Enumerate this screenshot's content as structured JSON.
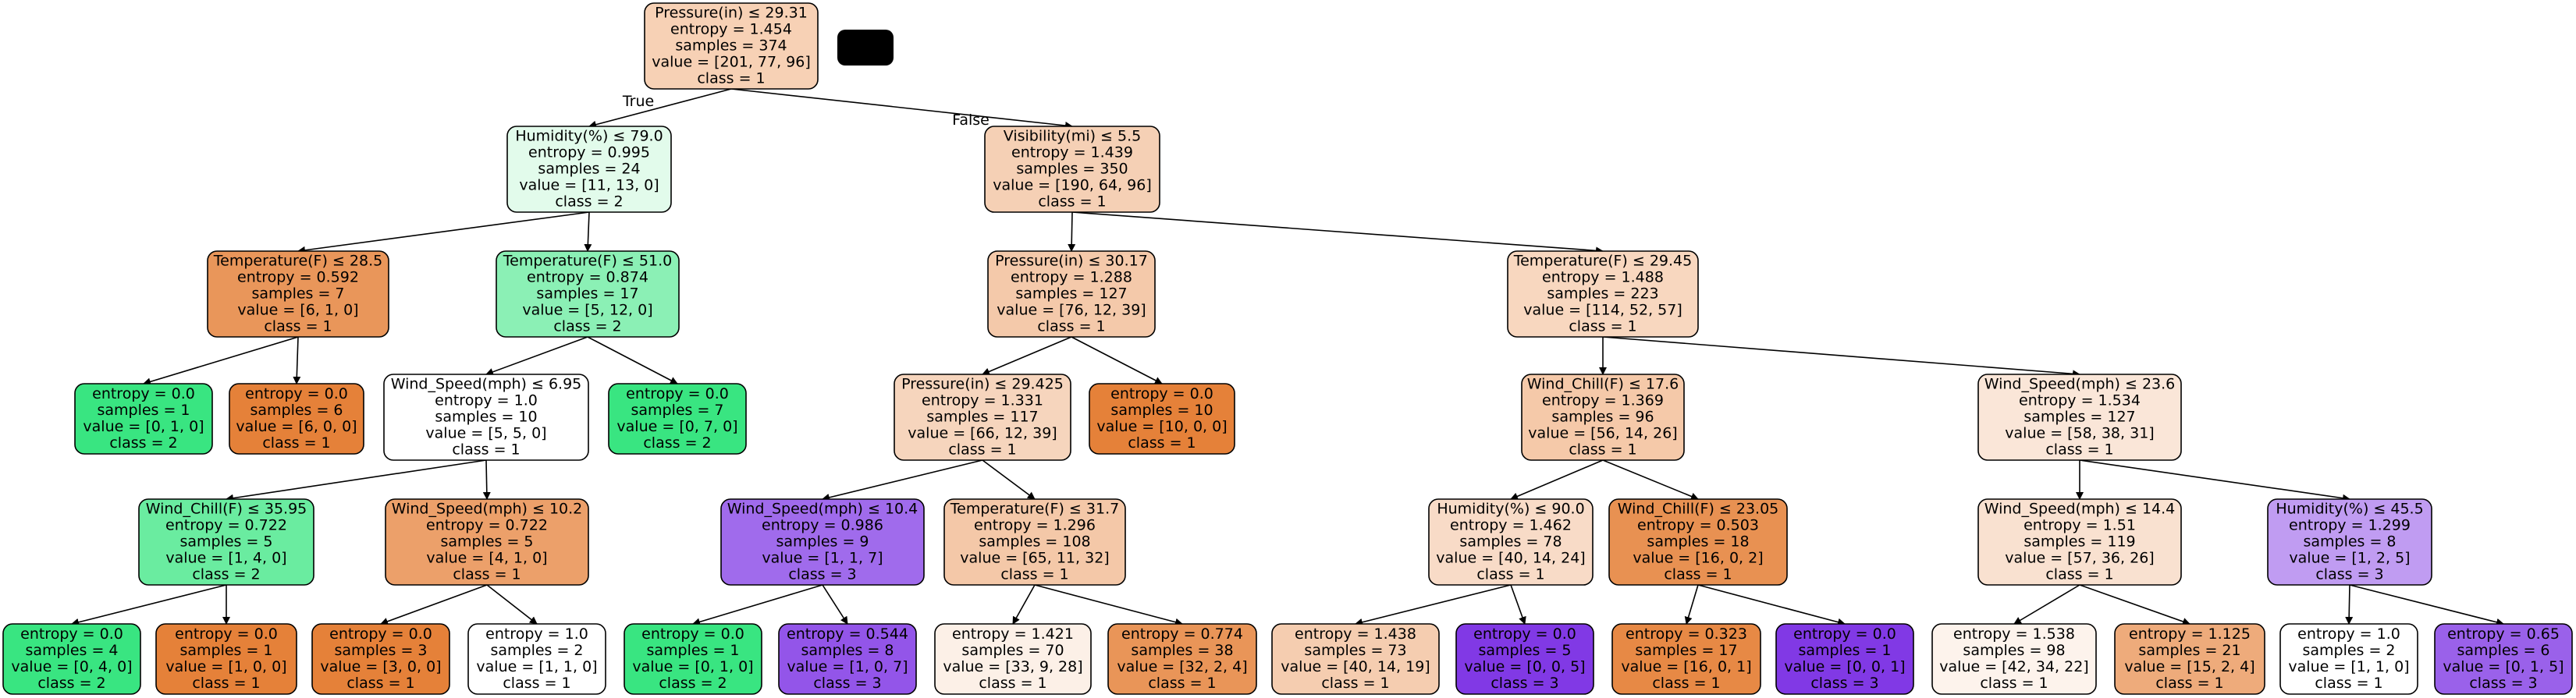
{
  "tree": {
    "nodes": [
      {
        "id": 0,
        "lines": [
          "Pressure(in) ≤ 29.31",
          "entropy = 1.454",
          "samples = 374",
          "value = [201, 77, 96]",
          "class = 1"
        ],
        "fill": "#f7d1b5"
      },
      {
        "id": 1,
        "lines": [
          "Humidity(%) ≤ 79.0",
          "entropy = 0.995",
          "samples = 24",
          "value = [11, 13, 0]",
          "class = 2"
        ],
        "fill": "#e2fbeb"
      },
      {
        "id": 2,
        "lines": [
          "Temperature(F) ≤ 28.5",
          "entropy = 0.592",
          "samples = 7",
          "value = [6, 1, 0]",
          "class = 1"
        ],
        "fill": "#e9965a"
      },
      {
        "id": 3,
        "lines": [
          "entropy = 0.0",
          "samples = 1",
          "value = [0, 1, 0]",
          "class = 2"
        ],
        "fill": "#39e581"
      },
      {
        "id": 4,
        "lines": [
          "entropy = 0.0",
          "samples = 6",
          "value = [6, 0, 0]",
          "class = 1"
        ],
        "fill": "#e58139"
      },
      {
        "id": 5,
        "lines": [
          "Temperature(F) ≤ 51.0",
          "entropy = 0.874",
          "samples = 17",
          "value = [5, 12, 0]",
          "class = 2"
        ],
        "fill": "#8bf0b5"
      },
      {
        "id": 6,
        "lines": [
          "Wind_Speed(mph) ≤ 6.95",
          "entropy = 1.0",
          "samples = 10",
          "value = [5, 5, 0]",
          "class = 1"
        ],
        "fill": "#ffffff"
      },
      {
        "id": 7,
        "lines": [
          "Wind_Chill(F) ≤ 35.95",
          "entropy = 0.722",
          "samples = 5",
          "value = [1, 4, 0]",
          "class = 2"
        ],
        "fill": "#6aeca0"
      },
      {
        "id": 8,
        "lines": [
          "entropy = 0.0",
          "samples = 4",
          "value = [0, 4, 0]",
          "class = 2"
        ],
        "fill": "#39e581"
      },
      {
        "id": 9,
        "lines": [
          "entropy = 0.0",
          "samples = 1",
          "value = [1, 0, 0]",
          "class = 1"
        ],
        "fill": "#e58139"
      },
      {
        "id": 10,
        "lines": [
          "Wind_Speed(mph) ≤ 10.2",
          "entropy = 0.722",
          "samples = 5",
          "value = [4, 1, 0]",
          "class = 1"
        ],
        "fill": "#eca06a"
      },
      {
        "id": 11,
        "lines": [
          "entropy = 0.0",
          "samples = 3",
          "value = [3, 0, 0]",
          "class = 1"
        ],
        "fill": "#e58139"
      },
      {
        "id": 12,
        "lines": [
          "entropy = 1.0",
          "samples = 2",
          "value = [1, 1, 0]",
          "class = 1"
        ],
        "fill": "#ffffff"
      },
      {
        "id": 13,
        "lines": [
          "entropy = 0.0",
          "samples = 7",
          "value = [0, 7, 0]",
          "class = 2"
        ],
        "fill": "#39e581"
      },
      {
        "id": 14,
        "lines": [
          "Visibility(mi) ≤ 5.5",
          "entropy = 1.439",
          "samples = 350",
          "value = [190, 64, 96]",
          "class = 1"
        ],
        "fill": "#f5d0b5"
      },
      {
        "id": 15,
        "lines": [
          "Pressure(in) ≤ 30.17",
          "entropy = 1.288",
          "samples = 127",
          "value = [76, 12, 39]",
          "class = 1"
        ],
        "fill": "#f4c9aa"
      },
      {
        "id": 16,
        "lines": [
          "Pressure(in) ≤ 29.425",
          "entropy = 1.331",
          "samples = 117",
          "value = [66, 12, 39]",
          "class = 1"
        ],
        "fill": "#f6d5bd"
      },
      {
        "id": 17,
        "lines": [
          "Wind_Speed(mph) ≤ 10.4",
          "entropy = 0.986",
          "samples = 9",
          "value = [1, 1, 7]",
          "class = 3"
        ],
        "fill": "#a06bec"
      },
      {
        "id": 18,
        "lines": [
          "entropy = 0.0",
          "samples = 1",
          "value = [0, 1, 0]",
          "class = 2"
        ],
        "fill": "#39e581"
      },
      {
        "id": 19,
        "lines": [
          "entropy = 0.544",
          "samples = 8",
          "value = [1, 0, 7]",
          "class = 3"
        ],
        "fill": "#9355e9"
      },
      {
        "id": 20,
        "lines": [
          "Temperature(F) ≤ 31.7",
          "entropy = 1.296",
          "samples = 108",
          "value = [65, 11, 32]",
          "class = 1"
        ],
        "fill": "#f4c8a8"
      },
      {
        "id": 21,
        "lines": [
          "entropy = 1.421",
          "samples = 70",
          "value = [33, 9, 28]",
          "class = 1"
        ],
        "fill": "#fcf0e7"
      },
      {
        "id": 22,
        "lines": [
          "entropy = 0.774",
          "samples = 38",
          "value = [32, 2, 4]",
          "class = 1"
        ],
        "fill": "#e99558"
      },
      {
        "id": 23,
        "lines": [
          "entropy = 0.0",
          "samples = 10",
          "value = [10, 0, 0]",
          "class = 1"
        ],
        "fill": "#e58139"
      },
      {
        "id": 24,
        "lines": [
          "Temperature(F) ≤ 29.45",
          "entropy = 1.488",
          "samples = 223",
          "value = [114, 52, 57]",
          "class = 1"
        ],
        "fill": "#f8d7bf"
      },
      {
        "id": 25,
        "lines": [
          "Wind_Chill(F) ≤ 17.6",
          "entropy = 1.369",
          "samples = 96",
          "value = [56, 14, 26]",
          "class = 1"
        ],
        "fill": "#f5c9a9"
      },
      {
        "id": 26,
        "lines": [
          "Humidity(%) ≤ 90.0",
          "entropy = 1.462",
          "samples = 78",
          "value = [40, 14, 24]",
          "class = 1"
        ],
        "fill": "#f8dbc7"
      },
      {
        "id": 27,
        "lines": [
          "entropy = 1.438",
          "samples = 73",
          "value = [40, 14, 19]",
          "class = 1"
        ],
        "fill": "#f5cdb0"
      },
      {
        "id": 28,
        "lines": [
          "entropy = 0.0",
          "samples = 5",
          "value = [0, 0, 5]",
          "class = 3"
        ],
        "fill": "#8139e5"
      },
      {
        "id": 29,
        "lines": [
          "Wind_Chill(F) ≤ 23.05",
          "entropy = 0.503",
          "samples = 18",
          "value = [16, 0, 2]",
          "class = 1"
        ],
        "fill": "#e89152"
      },
      {
        "id": 30,
        "lines": [
          "entropy = 0.323",
          "samples = 17",
          "value = [16, 0, 1]",
          "class = 1"
        ],
        "fill": "#e78945"
      },
      {
        "id": 31,
        "lines": [
          "entropy = 0.0",
          "samples = 1",
          "value = [0, 0, 1]",
          "class = 3"
        ],
        "fill": "#8139e5"
      },
      {
        "id": 32,
        "lines": [
          "Wind_Speed(mph) ≤ 23.6",
          "entropy = 1.534",
          "samples = 127",
          "value = [58, 38, 31]",
          "class = 1"
        ],
        "fill": "#fae6d8"
      },
      {
        "id": 33,
        "lines": [
          "Wind_Speed(mph) ≤ 14.4",
          "entropy = 1.51",
          "samples = 119",
          "value = [57, 36, 26]",
          "class = 1"
        ],
        "fill": "#f9e1d0"
      },
      {
        "id": 34,
        "lines": [
          "entropy = 1.538",
          "samples = 98",
          "value = [42, 34, 22]",
          "class = 1"
        ],
        "fill": "#fdf3ec"
      },
      {
        "id": 35,
        "lines": [
          "entropy = 1.125",
          "samples = 21",
          "value = [15, 2, 4]",
          "class = 1"
        ],
        "fill": "#eeab7b"
      },
      {
        "id": 36,
        "lines": [
          "Humidity(%) ≤ 45.5",
          "entropy = 1.299",
          "samples = 8",
          "value = [1, 2, 5]",
          "class = 3"
        ],
        "fill": "#c09cf2"
      },
      {
        "id": 37,
        "lines": [
          "entropy = 1.0",
          "samples = 2",
          "value = [1, 1, 0]",
          "class = 1"
        ],
        "fill": "#ffffff"
      },
      {
        "id": 38,
        "lines": [
          "entropy = 0.65",
          "samples = 6",
          "value = [0, 1, 5]",
          "class = 3"
        ],
        "fill": "#9a61ea"
      }
    ],
    "edges": [
      {
        "from": 0,
        "to": 1,
        "label": "True"
      },
      {
        "from": 0,
        "to": 14,
        "label": "False"
      },
      {
        "from": 1,
        "to": 2
      },
      {
        "from": 1,
        "to": 5
      },
      {
        "from": 2,
        "to": 3
      },
      {
        "from": 2,
        "to": 4
      },
      {
        "from": 5,
        "to": 6
      },
      {
        "from": 5,
        "to": 13
      },
      {
        "from": 6,
        "to": 7
      },
      {
        "from": 6,
        "to": 10
      },
      {
        "from": 7,
        "to": 8
      },
      {
        "from": 7,
        "to": 9
      },
      {
        "from": 10,
        "to": 11
      },
      {
        "from": 10,
        "to": 12
      },
      {
        "from": 14,
        "to": 15
      },
      {
        "from": 14,
        "to": 24
      },
      {
        "from": 15,
        "to": 16
      },
      {
        "from": 15,
        "to": 23
      },
      {
        "from": 16,
        "to": 17
      },
      {
        "from": 16,
        "to": 20
      },
      {
        "from": 17,
        "to": 18
      },
      {
        "from": 17,
        "to": 19
      },
      {
        "from": 20,
        "to": 21
      },
      {
        "from": 20,
        "to": 22
      },
      {
        "from": 24,
        "to": 25
      },
      {
        "from": 24,
        "to": 32
      },
      {
        "from": 25,
        "to": 26
      },
      {
        "from": 25,
        "to": 29
      },
      {
        "from": 26,
        "to": 27
      },
      {
        "from": 26,
        "to": 28
      },
      {
        "from": 29,
        "to": 30
      },
      {
        "from": 29,
        "to": 31
      },
      {
        "from": 32,
        "to": 33
      },
      {
        "from": 32,
        "to": 36
      },
      {
        "from": 33,
        "to": 34
      },
      {
        "from": 33,
        "to": 35
      },
      {
        "from": 36,
        "to": 37
      },
      {
        "from": 36,
        "to": 38
      }
    ]
  }
}
